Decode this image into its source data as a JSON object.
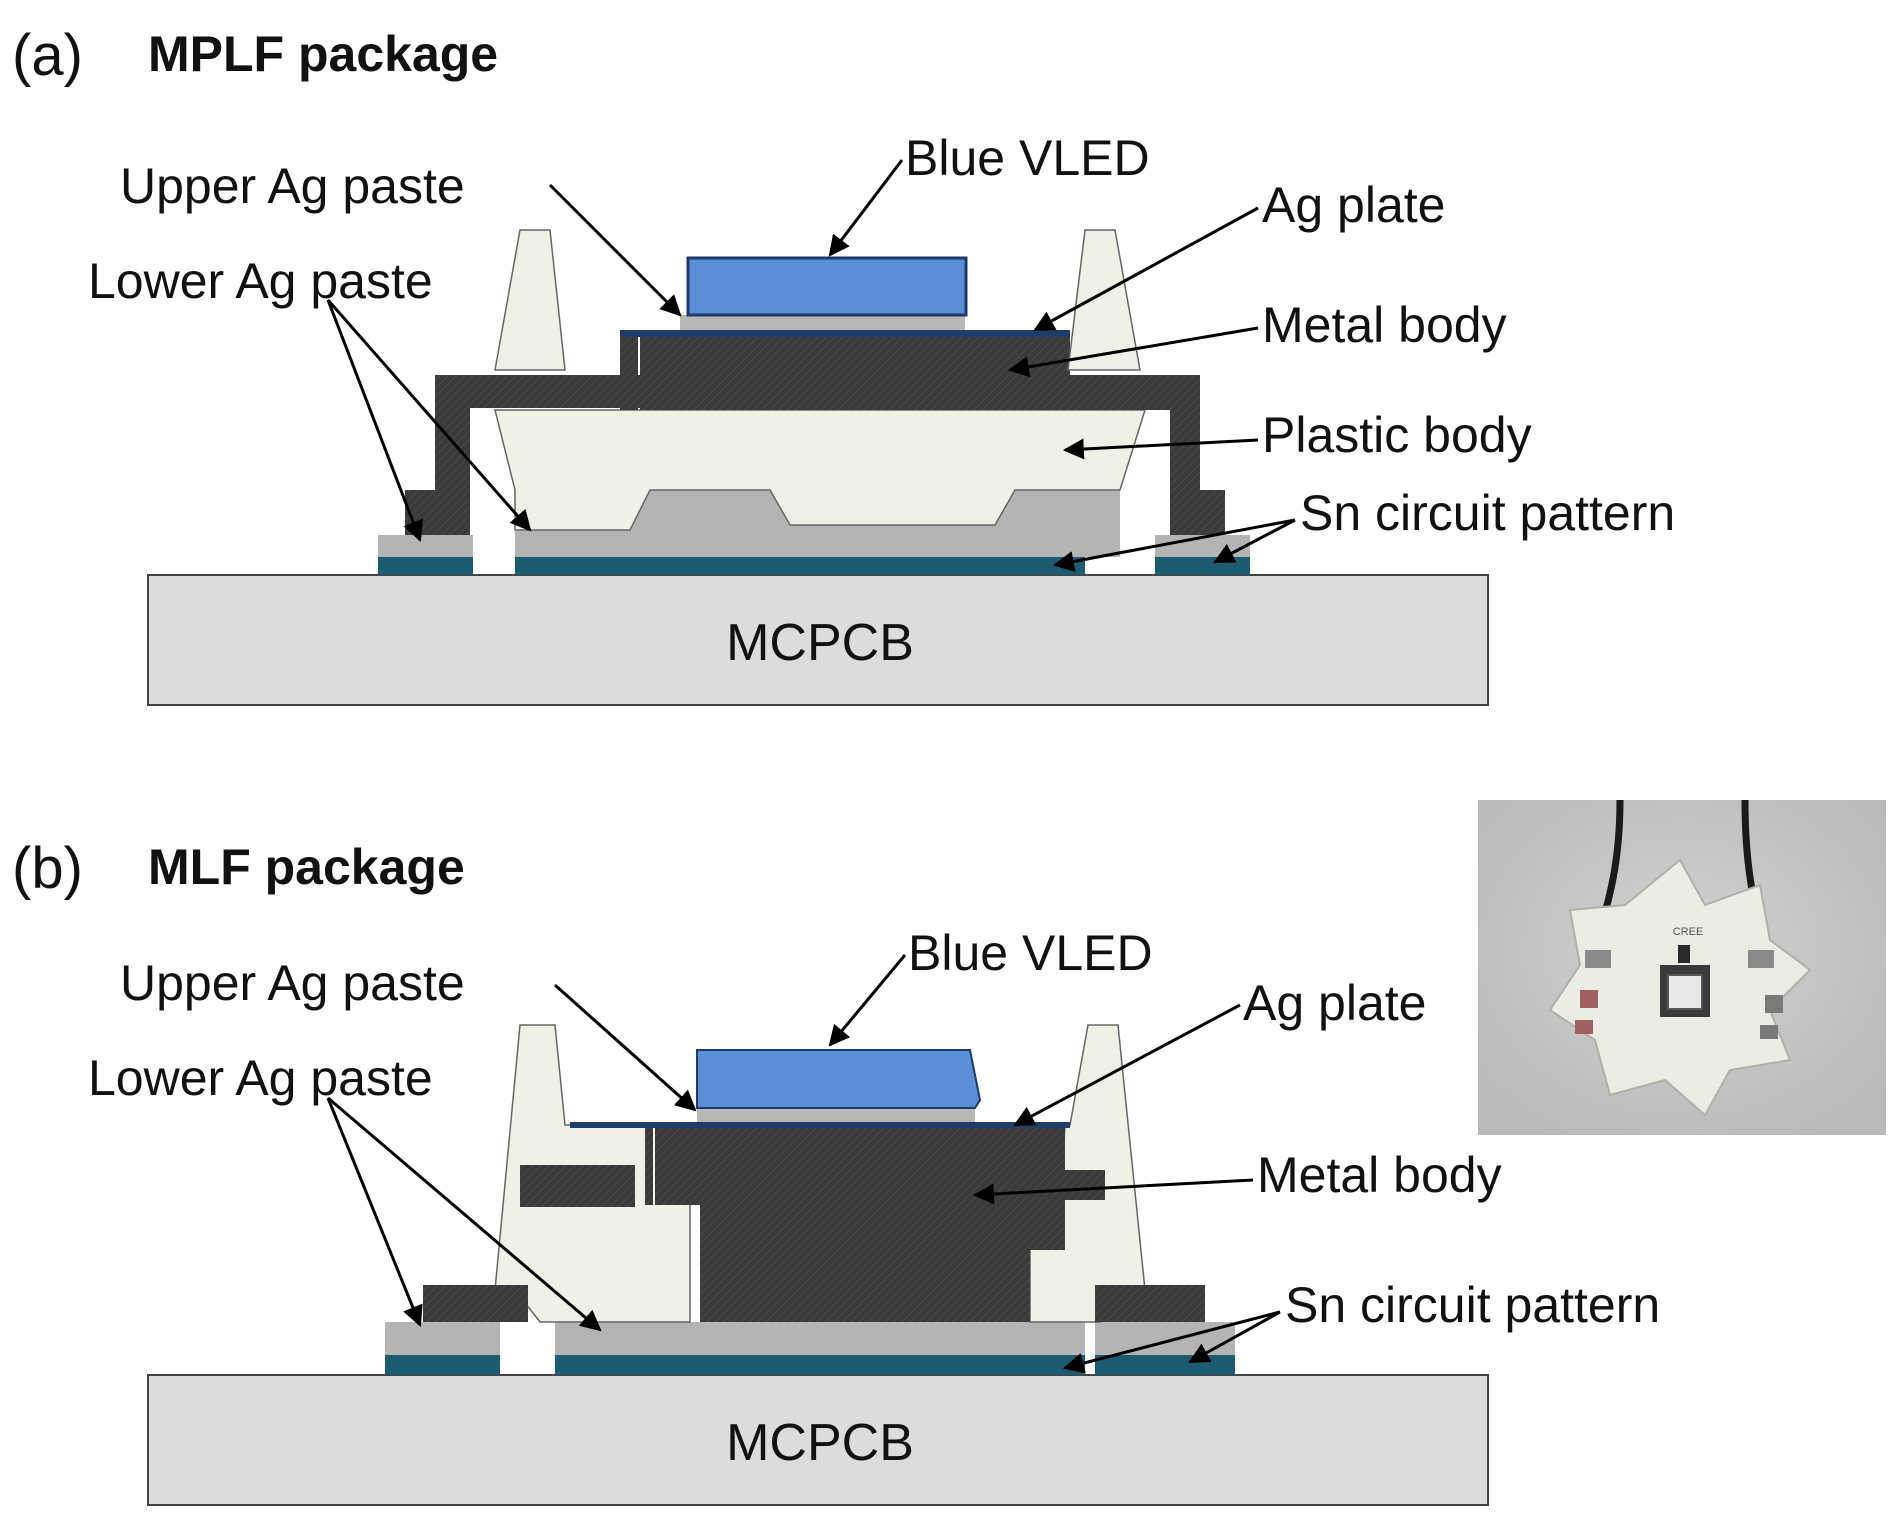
{
  "panel_a": {
    "marker": "(a)",
    "title": "MPLF package",
    "labels": {
      "blue_vled": "Blue VLED",
      "upper_ag_paste": "Upper Ag paste",
      "ag_plate": "Ag plate",
      "lower_ag_paste": "Lower Ag paste",
      "metal_body": "Metal body",
      "plastic_body": "Plastic body",
      "sn_circuit_pattern": "Sn circuit pattern",
      "mcpcb": "MCPCB"
    }
  },
  "panel_b": {
    "marker": "(b)",
    "title": "MLF package",
    "labels": {
      "blue_vled": "Blue VLED",
      "upper_ag_paste": "Upper Ag paste",
      "ag_plate": "Ag plate",
      "lower_ag_paste": "Lower Ag paste",
      "metal_body": "Metal body",
      "sn_circuit_pattern": "Sn circuit pattern",
      "mcpcb": "MCPCB"
    }
  },
  "photo": {
    "board_marking": "CREE"
  },
  "colors": {
    "vled_blue": "#5a8fd8",
    "metal_dark": "#3b3b3b",
    "plastic_cream": "#f1f0e6",
    "ag_paste_gray": "#b4b4b4",
    "sn_teal": "#1d5b70",
    "mcpcb_gray": "#dcdcdc",
    "ag_plate": "#1f3d6b",
    "photo_bg": "#c4c4c4"
  }
}
